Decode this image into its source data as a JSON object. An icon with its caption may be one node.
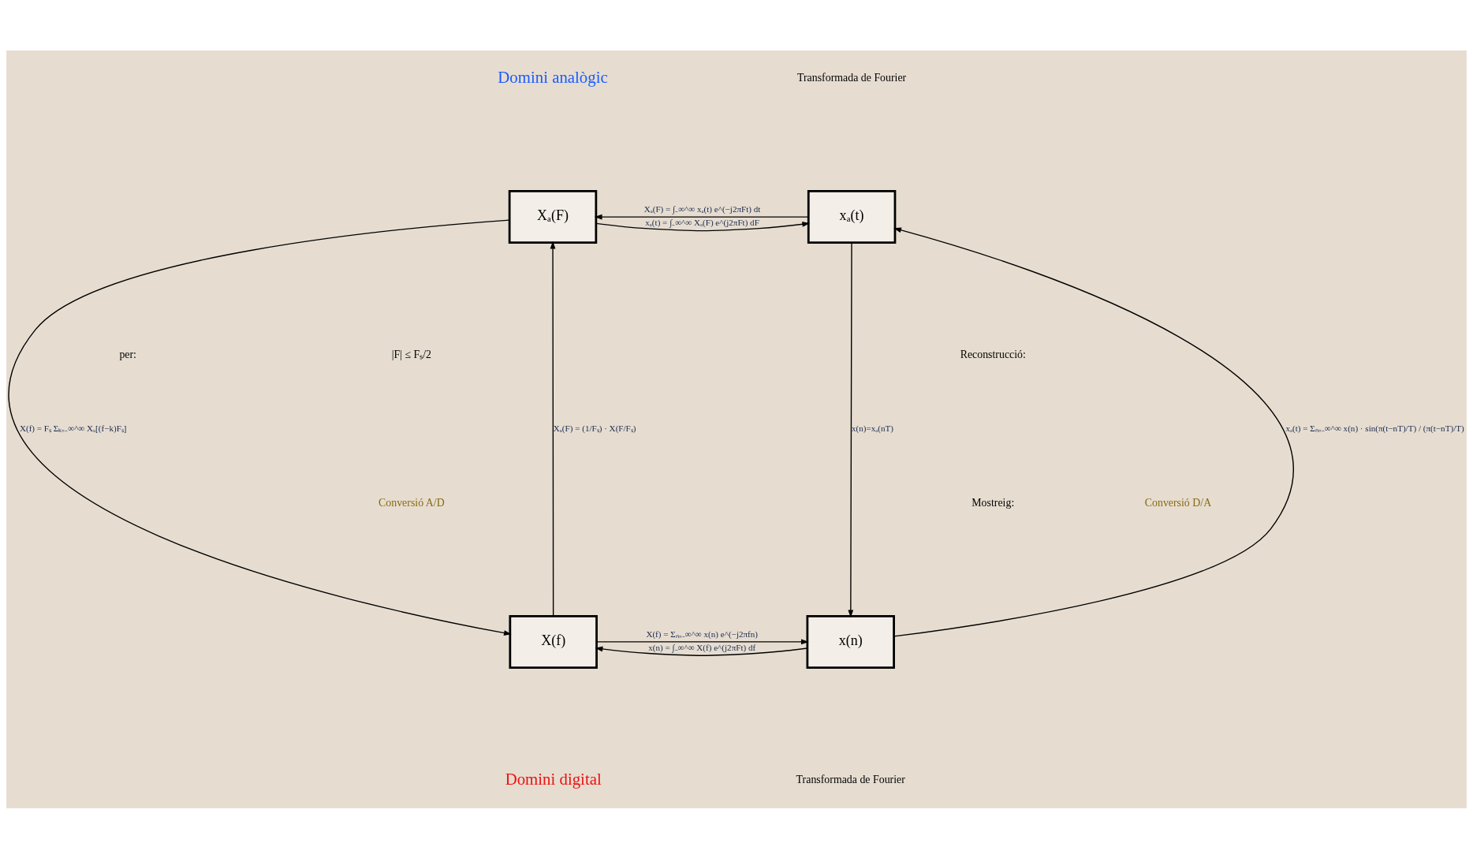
{
  "diagram": {
    "nodes": [
      {
        "text": [
          "xₐ(t)"
        ]
      },
      {
        "text": [
          "Xₐ(F)"
        ]
      },
      {
        "text": [
          "x(n)"
        ]
      },
      {
        "text": [
          "X(f)"
        ]
      }
    ],
    "edges": [
      {
        "from": 0,
        "to": 1,
        "arrow": "to",
        "label": "Xₐ(F) = ∫₋∞^∞ xₐ(t) e^(−j2πFt) dt"
      },
      {
        "from": 1,
        "to": 0,
        "arrow": "to",
        "label": "xₐ(t) = ∫₋∞^∞ Xₐ(F) e^(j2πFt) dF"
      },
      {
        "from": 3,
        "to": 2,
        "arrow": "to",
        "label": "X(f) = Σₙ₌₋∞^∞ x(n) e^(−j2πfn)"
      },
      {
        "from": 2,
        "to": 3,
        "arrow": "to",
        "label": "x(n) = ∫₋∞^∞ X(f) e^(j2πFt) df"
      },
      {
        "from": 2,
        "to": 0,
        "arrow": "to",
        "label": "xₐ(t) = Σₙ₌₋∞^∞ x(n) · sin(π(t−nT)/T) / (π(t−nT)/T)"
      },
      {
        "from": 0,
        "to": 2,
        "arrow": "to",
        "label": "x(n)=xₐ(nT)"
      },
      {
        "from": 1,
        "to": 3,
        "arrow": "to",
        "label": "X(f) = Fₛ Σₖ₌₋∞^∞ Xₐ[(f−k)Fₛ]"
      },
      {
        "from": 3,
        "to": 1,
        "arrow": "to",
        "label": "Xₐ(F) = (1/Fₛ) · X(F/Fₛ)"
      }
    ],
    "labels": [
      "Transformada de Fourier",
      "Domini analògic",
      "Reconstrucció:",
      "per:",
      "|F| ≤ Fₛ/2",
      "Conversió D/A",
      "Conversió A/D",
      "Mostreig:",
      "Domini digital",
      "Transformada de Fourier"
    ]
  }
}
